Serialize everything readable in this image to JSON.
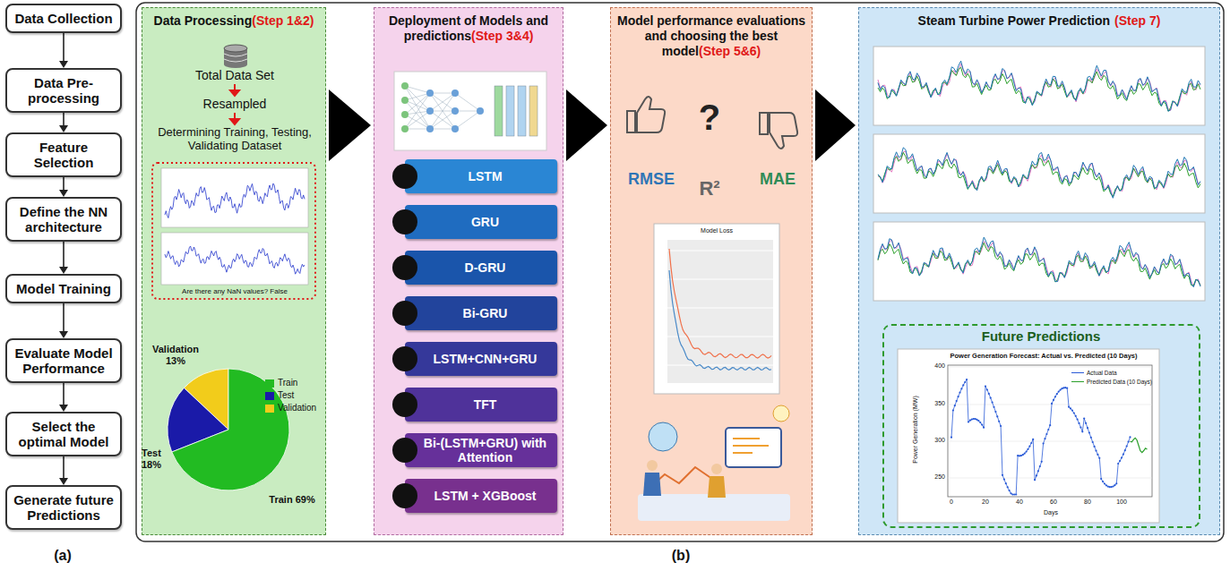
{
  "diagram": {
    "nodes": [
      {
        "text": [
          "Data Collection"
        ]
      },
      {
        "text": [
          "Data Pre-processing"
        ]
      },
      {
        "text": [
          "Feature Selection"
        ]
      },
      {
        "text": [
          "Define the NN architecture"
        ]
      },
      {
        "text": [
          "Model Training"
        ]
      },
      {
        "text": [
          "Evaluate Model Performance"
        ]
      },
      {
        "text": [
          "Select the optimal Model"
        ]
      },
      {
        "text": [
          "Generate future Predictions"
        ]
      },
      {
        "text": [
          "Data Processing",
          "(Step 1&2)"
        ]
      },
      {
        "text": [
          "Deployment of Models and predictions",
          "(Step 3&4)"
        ]
      },
      {
        "text": [
          "LSTM"
        ],
        "in": 9
      },
      {
        "text": [
          "GRU"
        ],
        "in": 9
      },
      {
        "text": [
          "D-GRU"
        ],
        "in": 9
      },
      {
        "text": [
          "Bi-GRU"
        ],
        "in": 9
      },
      {
        "text": [
          "LSTM+CNN+GRU"
        ],
        "in": 9
      },
      {
        "text": [
          "TFT"
        ],
        "in": 9
      },
      {
        "text": [
          "Bi-(LSTM+GRU) with Attention"
        ],
        "in": 9
      },
      {
        "text": [
          "LSTM + XGBoost"
        ],
        "in": 9
      },
      {
        "text": [
          "Model performance evaluations and choosing the best model",
          "(Step 5&6)"
        ]
      },
      {
        "text": [
          "Steam Turbine Power Prediction",
          "(Step 7)"
        ]
      },
      {
        "text": [
          "Future Predictions"
        ],
        "in": 19
      }
    ],
    "edges": [
      {
        "from": 0,
        "to": 1,
        "arrow": "to"
      },
      {
        "from": 1,
        "to": 2,
        "arrow": "to"
      },
      {
        "from": 2,
        "to": 3,
        "arrow": "to"
      },
      {
        "from": 3,
        "to": 4,
        "arrow": "to"
      },
      {
        "from": 4,
        "to": 5,
        "arrow": "to"
      },
      {
        "from": 5,
        "to": 6,
        "arrow": "to"
      },
      {
        "from": 6,
        "to": 7,
        "arrow": "to"
      },
      {
        "from": 8,
        "to": 9,
        "arrow": "to"
      },
      {
        "from": 9,
        "to": 18,
        "arrow": "to"
      },
      {
        "from": 18,
        "to": 19,
        "arrow": "to"
      }
    ],
    "labels": [
      "(a)",
      "(b)",
      "Total Data Set",
      "Resampled",
      "Determining Training, Testing, Validating Dataset",
      "Are there any NaN values? False",
      "Validation 13%",
      "Test 18%",
      "Train 69%",
      "RMSE",
      "?",
      "R²",
      "MAE",
      "Model Loss",
      "Power Generation Forecast: Actual vs. Predicted (10 Days)",
      "Days",
      "Power Generation (MW)",
      "400",
      "350",
      "300",
      "250",
      "0",
      "20",
      "40",
      "60",
      "80",
      "100"
    ],
    "legend": [
      {
        "text": "Train",
        "color": "#22bb22"
      },
      {
        "text": "Test",
        "color": "#1a1aa8"
      },
      {
        "text": "Validation",
        "color": "#f2cc1b"
      },
      {
        "text": "Actual Data"
      },
      {
        "text": "Predicted Data (10 Days)"
      }
    ]
  }
}
